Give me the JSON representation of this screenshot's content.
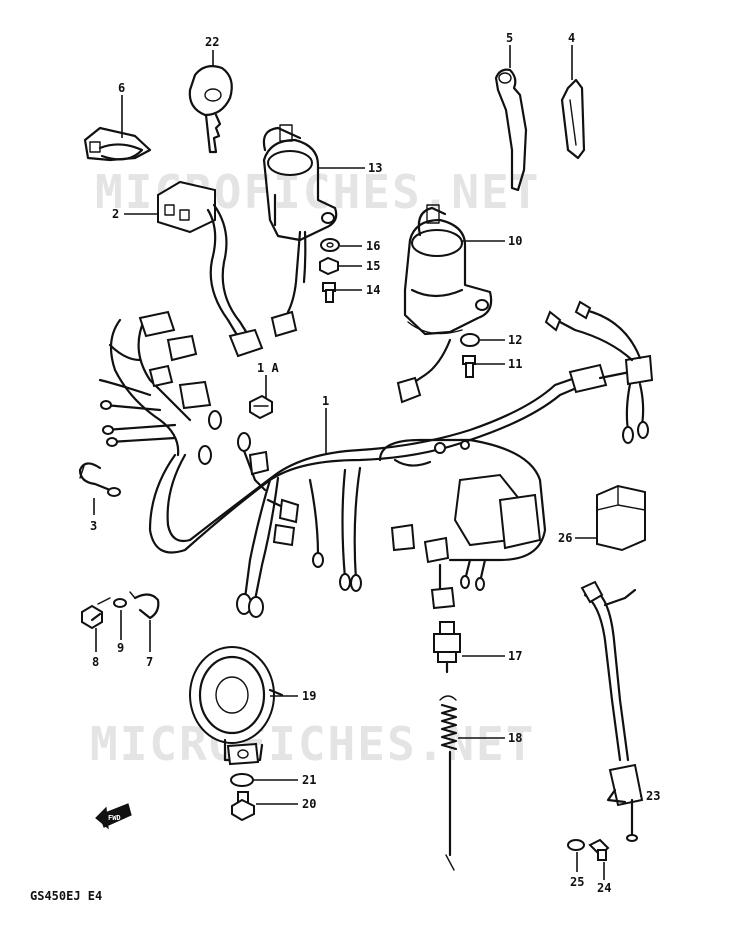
{
  "watermark": "MICROFICHES.NET",
  "model_code": "GS450EJ E4",
  "front_marker": "FWD",
  "labels": {
    "p1": "1",
    "p1a": "1 A",
    "p2": "2",
    "p3": "3",
    "p4": "4",
    "p5": "5",
    "p6": "6",
    "p7": "7",
    "p8": "8",
    "p9": "9",
    "p10": "10",
    "p11": "11",
    "p12": "12",
    "p13": "13",
    "p14": "14",
    "p15": "15",
    "p16": "16",
    "p17": "17",
    "p18": "18",
    "p19": "19",
    "p20": "20",
    "p21": "21",
    "p22": "22",
    "p23": "23",
    "p24": "24",
    "p25": "25",
    "p26": "26"
  }
}
